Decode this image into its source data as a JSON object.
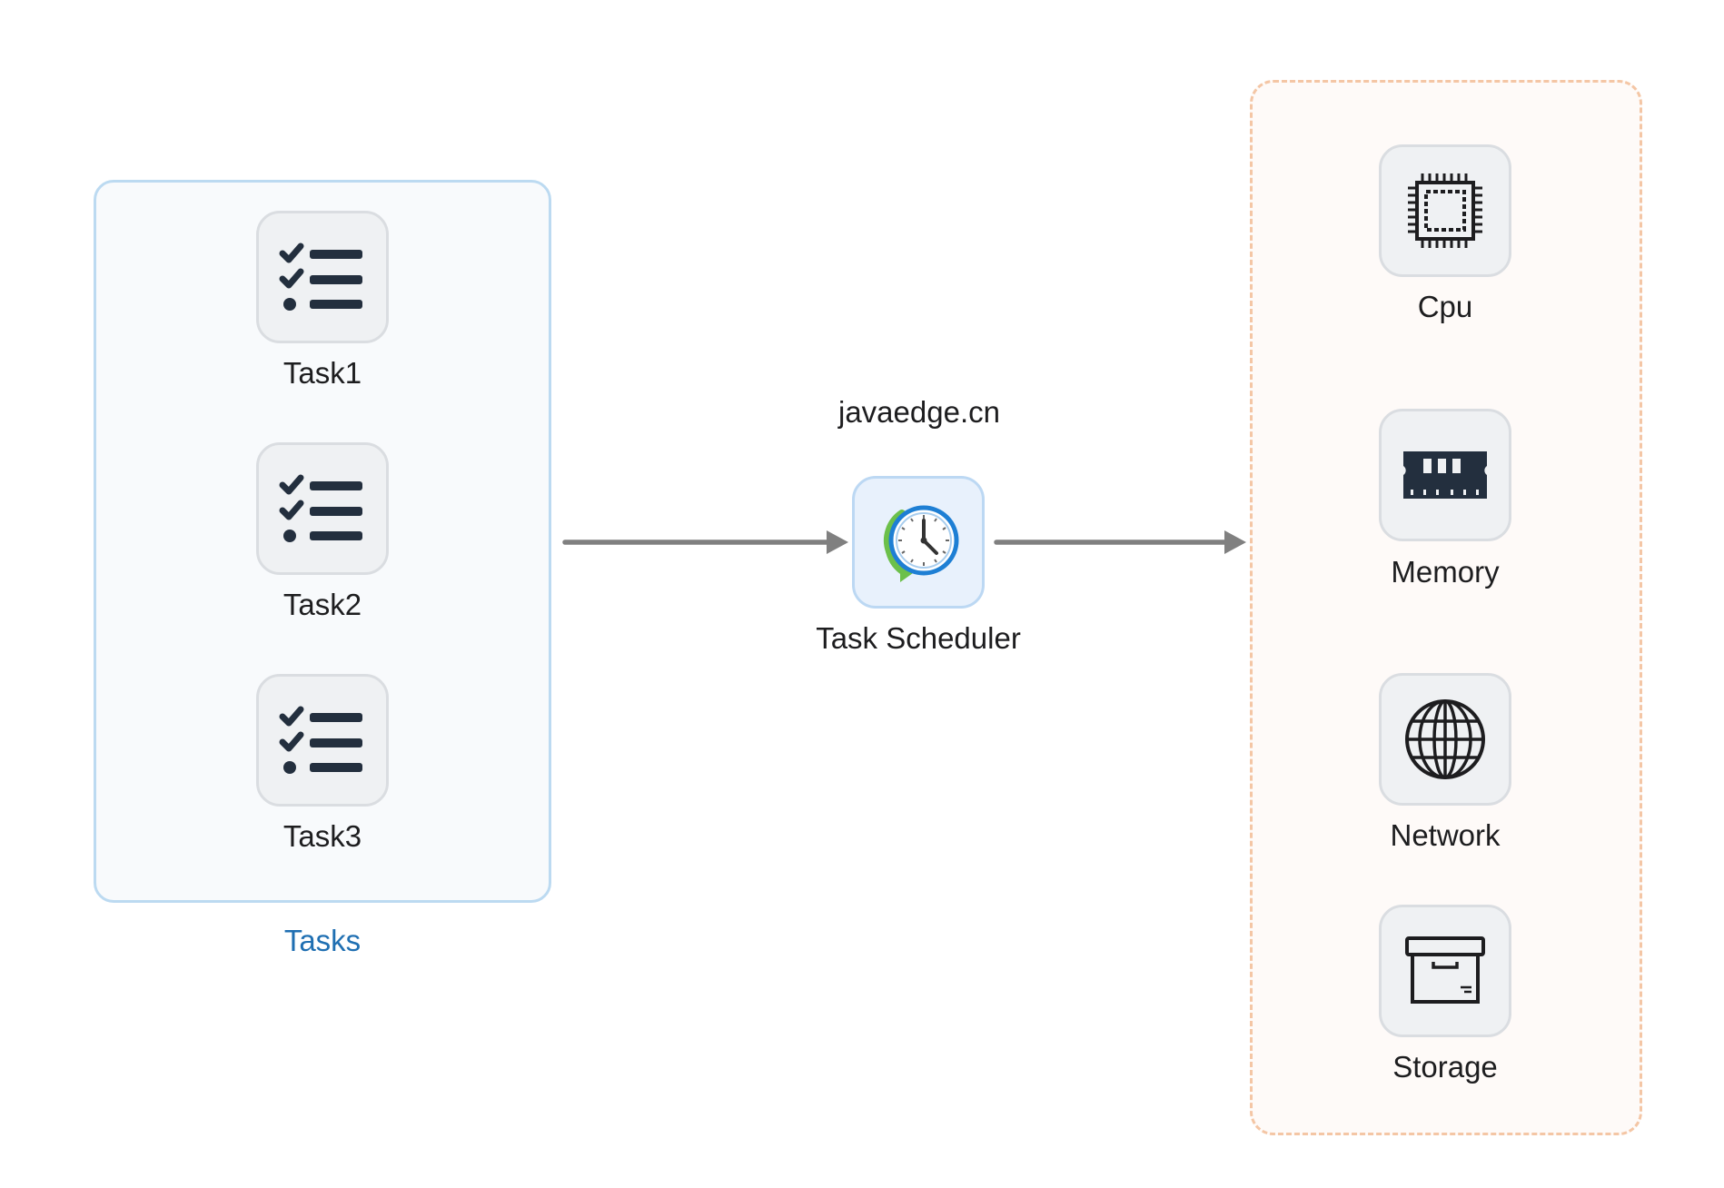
{
  "diagram": {
    "watermark": "javaedge.cn",
    "tasks_group": {
      "label": "Tasks",
      "items": [
        {
          "label": "Task1",
          "icon": "task-list-icon"
        },
        {
          "label": "Task2",
          "icon": "task-list-icon"
        },
        {
          "label": "Task3",
          "icon": "task-list-icon"
        }
      ]
    },
    "scheduler": {
      "label": "Task Scheduler",
      "icon": "clock-refresh-icon"
    },
    "resources_group": {
      "items": [
        {
          "label": "Cpu",
          "icon": "cpu-icon"
        },
        {
          "label": "Memory",
          "icon": "memory-icon"
        },
        {
          "label": "Network",
          "icon": "globe-icon"
        },
        {
          "label": "Storage",
          "icon": "archive-box-icon"
        }
      ]
    },
    "colors": {
      "tasks_border": "#bcdaf1",
      "resources_border": "#f4c6a5",
      "arrow": "#808080",
      "icon_dark": "#232f3e",
      "group_label": "#1f6fb2"
    },
    "edges": [
      {
        "from": "tasks_group",
        "to": "scheduler"
      },
      {
        "from": "scheduler",
        "to": "resources_group"
      }
    ]
  }
}
